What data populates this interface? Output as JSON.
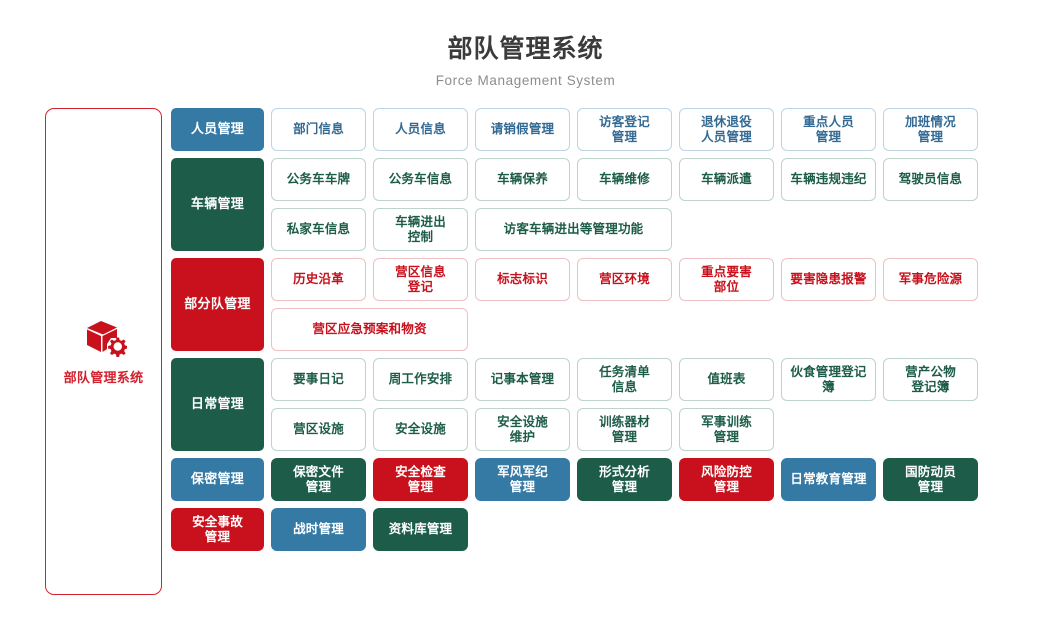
{
  "header": {
    "title": "部队管理系统",
    "subtitle": "Force Management System"
  },
  "sidebar": {
    "icon": "box-gear-icon",
    "label": "部队管理系统",
    "border_color": "#d2222e",
    "text_color": "#d2222e"
  },
  "colors": {
    "blue": "#3579a5",
    "green": "#1d5c49",
    "red": "#c8111c",
    "blue_border": "#bcd4e4",
    "green_border": "#bdd3cb",
    "red_border": "#eec0c4",
    "title": "#3b3b3b",
    "subtitle": "#8d8d8d"
  },
  "categories": [
    {
      "label": "人员管理",
      "theme": "blue",
      "rows": [
        [
          {
            "label": "部门信息",
            "style": "outline",
            "color": "blue",
            "wide": false
          },
          {
            "label": "人员信息",
            "style": "outline",
            "color": "blue",
            "wide": false
          },
          {
            "label": "请销假管理",
            "style": "outline",
            "color": "blue",
            "wide": false
          },
          {
            "label": "访客登记\n管理",
            "style": "outline",
            "color": "blue",
            "wide": false
          },
          {
            "label": "退休退役\n人员管理",
            "style": "outline",
            "color": "blue",
            "wide": false
          },
          {
            "label": "重点人员\n管理",
            "style": "outline",
            "color": "blue",
            "wide": false
          },
          {
            "label": "加班情况\n管理",
            "style": "outline",
            "color": "blue",
            "wide": false
          }
        ]
      ]
    },
    {
      "label": "车辆管理",
      "theme": "green",
      "rows": [
        [
          {
            "label": "公务车车牌",
            "style": "outline",
            "color": "green",
            "wide": false
          },
          {
            "label": "公务车信息",
            "style": "outline",
            "color": "green",
            "wide": false
          },
          {
            "label": "车辆保养",
            "style": "outline",
            "color": "green",
            "wide": false
          },
          {
            "label": "车辆维修",
            "style": "outline",
            "color": "green",
            "wide": false
          },
          {
            "label": "车辆派遣",
            "style": "outline",
            "color": "green",
            "wide": false
          },
          {
            "label": "车辆违规违纪",
            "style": "outline",
            "color": "green",
            "wide": false
          },
          {
            "label": "驾驶员信息",
            "style": "outline",
            "color": "green",
            "wide": false
          }
        ],
        [
          {
            "label": "私家车信息",
            "style": "outline",
            "color": "green",
            "wide": false
          },
          {
            "label": "车辆进出\n控制",
            "style": "outline",
            "color": "green",
            "wide": false
          },
          {
            "label": "访客车辆进出等管理功能",
            "style": "outline",
            "color": "green",
            "wide": true
          }
        ]
      ]
    },
    {
      "label": "部分队管理",
      "theme": "red",
      "rows": [
        [
          {
            "label": "历史沿革",
            "style": "outline",
            "color": "red",
            "wide": false
          },
          {
            "label": "营区信息\n登记",
            "style": "outline",
            "color": "red",
            "wide": false
          },
          {
            "label": "标志标识",
            "style": "outline",
            "color": "red",
            "wide": false
          },
          {
            "label": "营区环境",
            "style": "outline",
            "color": "red",
            "wide": false
          },
          {
            "label": "重点要害\n部位",
            "style": "outline",
            "color": "red",
            "wide": false
          },
          {
            "label": "要害隐患报警",
            "style": "outline",
            "color": "red",
            "wide": false
          },
          {
            "label": "军事危险源",
            "style": "outline",
            "color": "red",
            "wide": false
          }
        ],
        [
          {
            "label": "营区应急预案和物资",
            "style": "outline",
            "color": "red",
            "wide": true
          }
        ]
      ]
    },
    {
      "label": "日常管理",
      "theme": "green",
      "rows": [
        [
          {
            "label": "要事日记",
            "style": "outline",
            "color": "green",
            "wide": false
          },
          {
            "label": "周工作安排",
            "style": "outline",
            "color": "green",
            "wide": false
          },
          {
            "label": "记事本管理",
            "style": "outline",
            "color": "green",
            "wide": false
          },
          {
            "label": "任务清单\n信息",
            "style": "outline",
            "color": "green",
            "wide": false
          },
          {
            "label": "值班表",
            "style": "outline",
            "color": "green",
            "wide": false
          },
          {
            "label": "伙食管理登记簿",
            "style": "outline",
            "color": "green",
            "wide": false
          },
          {
            "label": "营产公物\n登记簿",
            "style": "outline",
            "color": "green",
            "wide": false
          }
        ],
        [
          {
            "label": "营区设施",
            "style": "outline",
            "color": "green",
            "wide": false
          },
          {
            "label": "安全设施",
            "style": "outline",
            "color": "green",
            "wide": false
          },
          {
            "label": "安全设施\n维护",
            "style": "outline",
            "color": "green",
            "wide": false
          },
          {
            "label": "训练器材\n管理",
            "style": "outline",
            "color": "green",
            "wide": false
          },
          {
            "label": "军事训练\n管理",
            "style": "outline",
            "color": "green",
            "wide": false
          }
        ]
      ]
    },
    {
      "label": "保密管理",
      "theme": "blue",
      "rows": [
        [
          {
            "label": "保密文件\n管理",
            "style": "solid",
            "color": "green",
            "wide": false
          },
          {
            "label": "安全检查\n管理",
            "style": "solid",
            "color": "red",
            "wide": false
          },
          {
            "label": "军风军纪\n管理",
            "style": "solid",
            "color": "blue",
            "wide": false
          },
          {
            "label": "形式分析\n管理",
            "style": "solid",
            "color": "green",
            "wide": false
          },
          {
            "label": "风险防控\n管理",
            "style": "solid",
            "color": "red",
            "wide": false
          },
          {
            "label": "日常教育管理",
            "style": "solid",
            "color": "blue",
            "wide": false
          },
          {
            "label": "国防动员\n管理",
            "style": "solid",
            "color": "green",
            "wide": false
          }
        ]
      ]
    }
  ],
  "footer_row": [
    {
      "label": "安全事故\n管理",
      "style": "solid",
      "color": "red",
      "wide": false
    },
    {
      "label": "战时管理",
      "style": "solid",
      "color": "blue",
      "wide": false
    },
    {
      "label": "资料库管理",
      "style": "solid",
      "color": "green",
      "wide": false
    }
  ]
}
